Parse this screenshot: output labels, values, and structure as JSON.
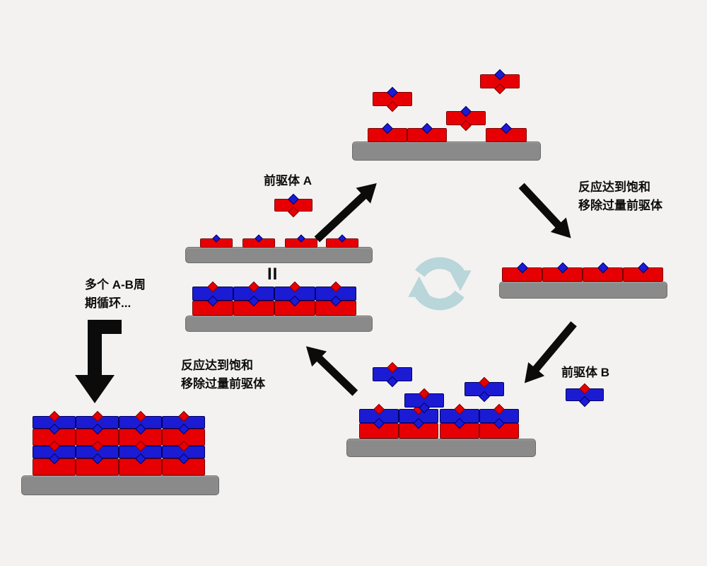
{
  "colors": {
    "background": "#f3f2f1",
    "precursor_a_body": "#e60004",
    "precursor_b_body": "#1b1bd4",
    "substrate": "#8a8a8a",
    "arrow": "#0b0b0b",
    "cycle_icon": "#b9d6da"
  },
  "labels": {
    "precursor_a": "前驱体 A",
    "precursor_b": "前驱体 B",
    "purge_right_line1": "反应达到饱和",
    "purge_right_line2": "移除过量前驱体",
    "purge_bottom_line1": "反应达到饱和",
    "purge_bottom_line2": "移除过量前驱体",
    "cycles_line1": "多个 A-B周",
    "cycles_line2": "期循环...",
    "equivalence": "II"
  },
  "icons": {
    "cycle_icon": "cycle-refresh-arrows-icon",
    "precursor_a_icon": "precursor-a-molecule-icon",
    "precursor_b_icon": "precursor-b-molecule-icon",
    "repeat_arrow": "big-down-arrow-icon"
  }
}
